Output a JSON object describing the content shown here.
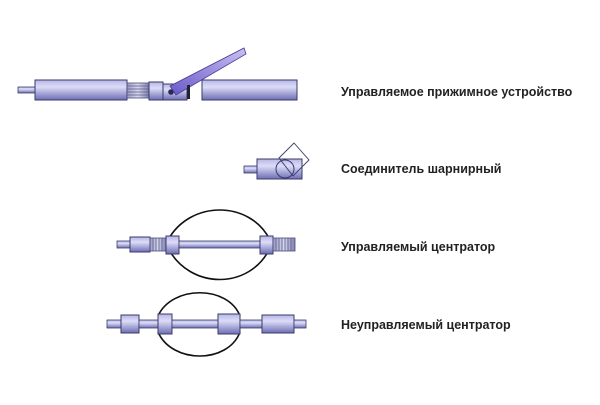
{
  "diagram": {
    "items": [
      {
        "id": "controlled-clamp",
        "label": "Управляемое прижимное устройство"
      },
      {
        "id": "hinged-connector",
        "label": "Соединитель шарнирный"
      },
      {
        "id": "controlled-centralizer",
        "label": "Управляемый центратор"
      },
      {
        "id": "uncontrolled-centralizer",
        "label": "Неуправляемый центратор"
      }
    ]
  },
  "colors": {
    "tube_dark": "#6f6fb8",
    "tube_light": "#d4d4f4",
    "stroke": "#3a3a6a",
    "spring": "#8a8ab0",
    "blade": "#7a6ad0",
    "wire": "#111111",
    "text": "#222222"
  }
}
